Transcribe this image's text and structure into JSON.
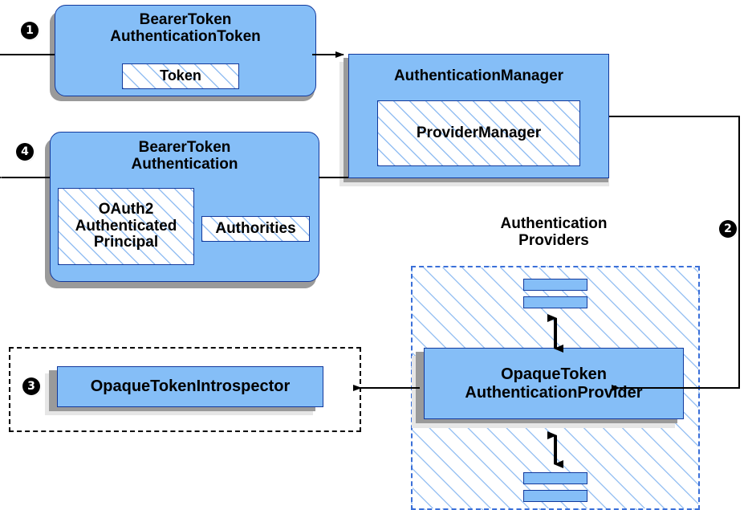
{
  "diagram": {
    "title": "Spring Security OAuth2 Resource Server Opaque Token Authentication Flow",
    "colors": {
      "box_fill": "#85BEF7",
      "box_border": "#12399C",
      "hatch_stroke": "#82B4F0",
      "shadow_dark": "#9A9A9A",
      "shadow_light": "#E6E6E6",
      "dashed_blue": "#3A6FD8",
      "dashed_black": "#000000",
      "marker_fill": "#000000",
      "marker_text": "#FFFFFF"
    },
    "markers": [
      {
        "id": "marker-1",
        "label": "❶",
        "number": "1"
      },
      {
        "id": "marker-2",
        "label": "❷",
        "number": "2"
      },
      {
        "id": "marker-3",
        "label": "❸",
        "number": "3"
      },
      {
        "id": "marker-4",
        "label": "❹",
        "number": "4"
      }
    ],
    "nodes": {
      "bearer_token_authentication_token": {
        "title_line1": "BearerToken",
        "title_line2": "AuthenticationToken",
        "child": {
          "label": "Token"
        }
      },
      "authentication_manager": {
        "title": "AuthenticationManager",
        "child": {
          "label": "ProviderManager"
        }
      },
      "bearer_token_authentication": {
        "title_line1": "BearerToken",
        "title_line2": "Authentication",
        "principal": {
          "line1": "OAuth2",
          "line2": "Authenticated",
          "line3": "Principal"
        },
        "authorities": {
          "label": "Authorities"
        }
      },
      "opaque_token_introspector": {
        "label": "OpaqueTokenIntrospector"
      },
      "authentication_providers_group": {
        "title_line1": "Authentication",
        "title_line2": "Providers"
      },
      "opaque_token_authentication_provider": {
        "title_line1": "OpaqueToken",
        "title_line2": "AuthenticationProvider"
      }
    },
    "edges": [
      {
        "id": "edge-request-in",
        "from": "external-request",
        "to": "bearer-token-authentication-token",
        "arrow": "right"
      },
      {
        "id": "edge-token-to-manager",
        "from": "bearer-token-authentication-token",
        "to": "authentication-manager",
        "arrow": "right"
      },
      {
        "id": "edge-manager-to-provider",
        "from": "authentication-manager",
        "to": "opaque-token-authentication-provider",
        "arrow": "left"
      },
      {
        "id": "edge-provider-to-introspector",
        "from": "opaque-token-authentication-provider",
        "to": "opaque-token-introspector",
        "arrow": "left"
      },
      {
        "id": "edge-manager-to-result",
        "from": "authentication-manager",
        "to": "bearer-token-authentication",
        "arrow": "none"
      },
      {
        "id": "edge-result-out",
        "from": "bearer-token-authentication",
        "to": "external-response",
        "arrow": "left"
      }
    ]
  }
}
